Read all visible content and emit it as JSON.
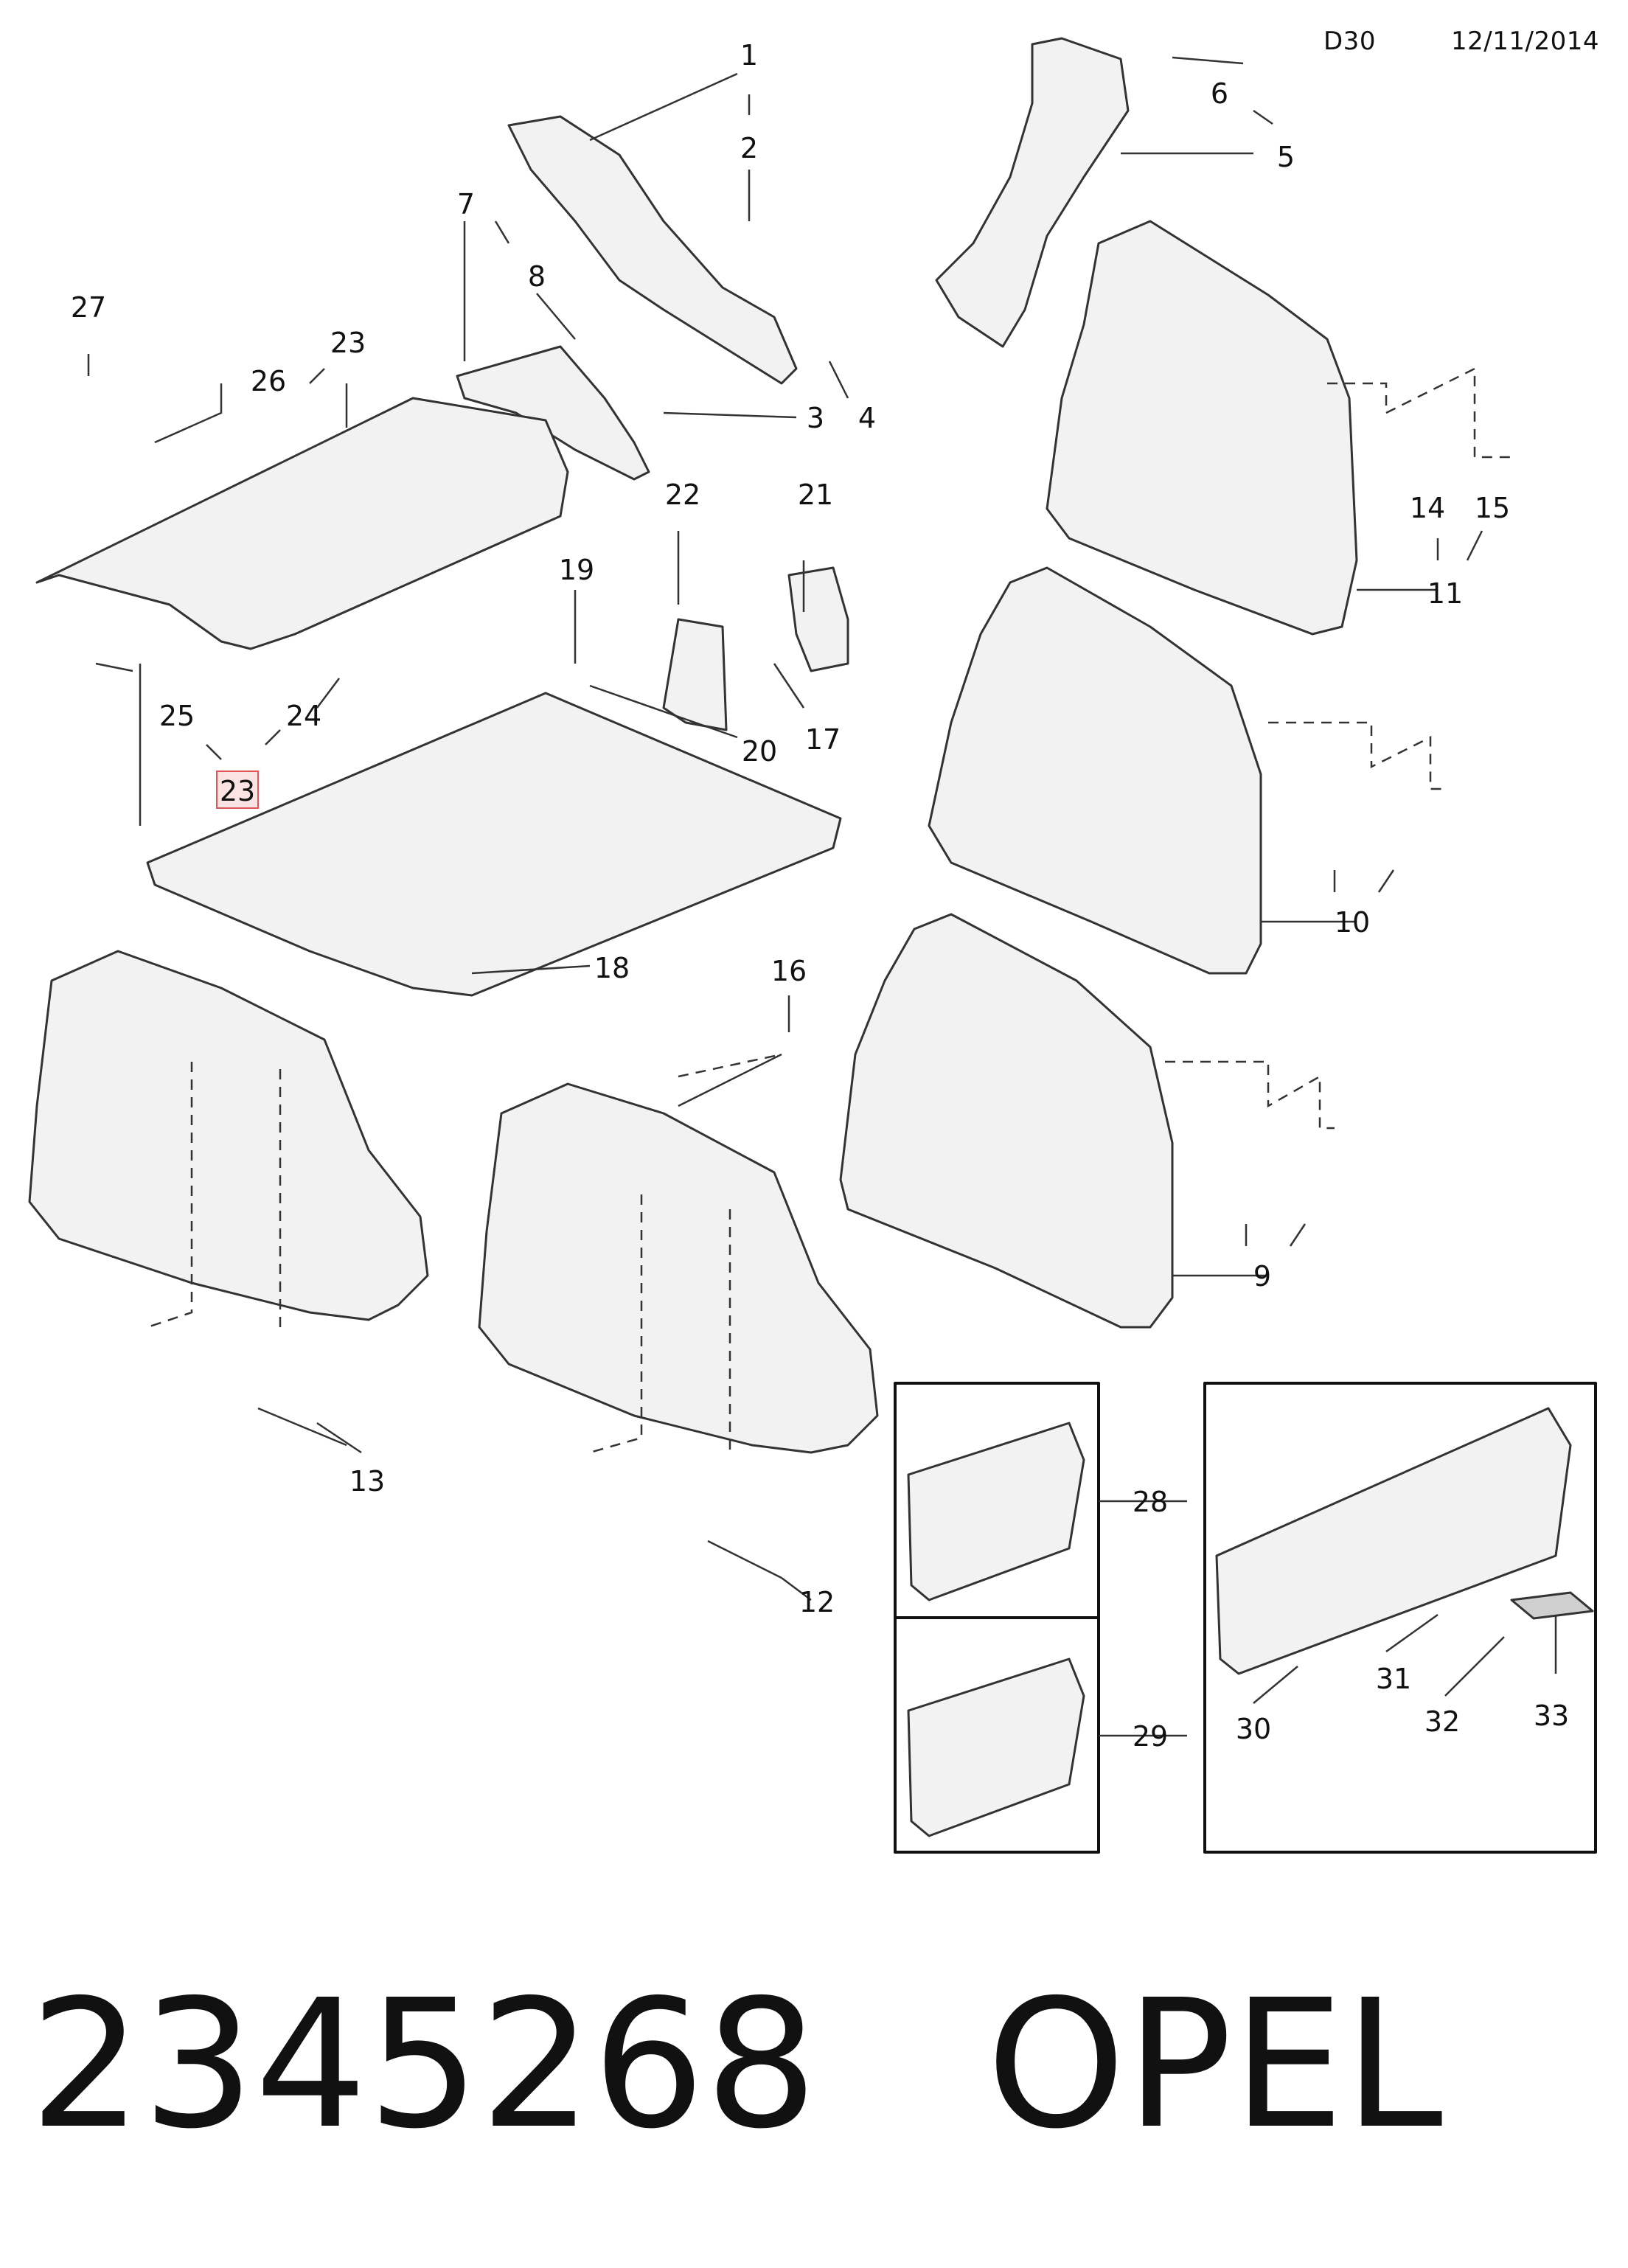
{
  "header": {
    "code": "D30",
    "date": "12/11/2014"
  },
  "callouts": [
    "1",
    "2",
    "3",
    "4",
    "5",
    "6",
    "7",
    "8",
    "9",
    "10",
    "11",
    "12",
    "13",
    "14",
    "15",
    "16",
    "17",
    "18",
    "19",
    "20",
    "21",
    "22",
    "23",
    "24",
    "25",
    "26",
    "27",
    "28",
    "29",
    "30",
    "31",
    "32",
    "33"
  ],
  "highlighted_callout": "23",
  "footer": {
    "part_number": "2345268",
    "brand": "OPEL"
  },
  "colors": {
    "line": "#333333",
    "panel_fill": "#f2f2f2",
    "panel_fill_dark": "#cfcfcf",
    "highlight_border": "#e05555",
    "highlight_fill": "#fbe3e3"
  }
}
